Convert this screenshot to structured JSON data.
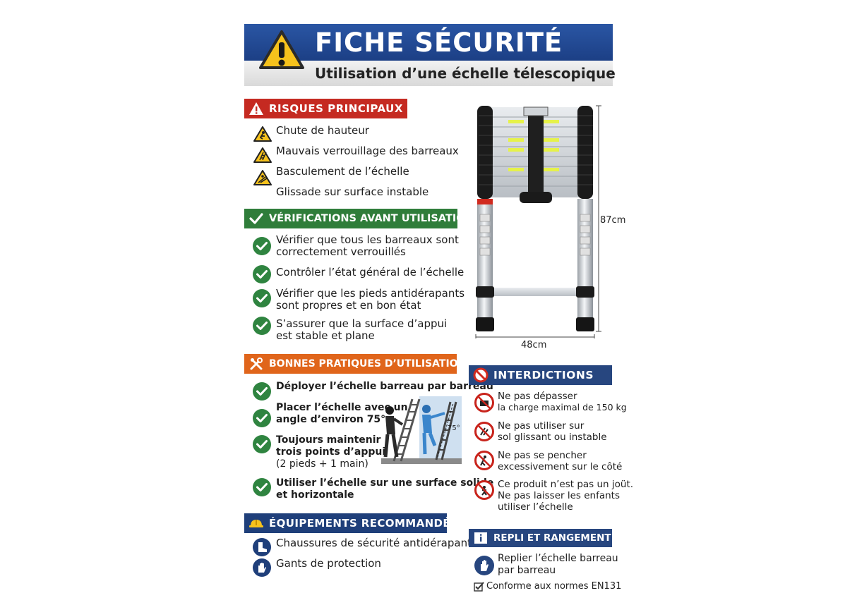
{
  "header": {
    "title": "FICHE SÉCURITÉ",
    "subtitle": "Utilisation d’une échelle télescopique"
  },
  "risks": {
    "title": "RISQUES PRINCIPAUX",
    "items": [
      "Chute de hauteur",
      "Mauvais verrouillage des barreaux",
      "Basculement de l’échelle",
      "Glissade sur surface instable"
    ]
  },
  "checks": {
    "title": "VÉRIFICATIONS AVANT UTILISATION",
    "items": [
      [
        "Vérifier que tous les barreaux sont",
        "correctement verrouillés"
      ],
      [
        "Contrôler l’état général de l’échelle"
      ],
      [
        "Vérifier que les pieds antidérapants",
        "sont propres et en bon état"
      ],
      [
        "S’assurer que la surface d’appui",
        "est stable et plane"
      ]
    ]
  },
  "practices": {
    "title": "BONNES PRATIQUES D’UTILISATION",
    "items": [
      [
        "Déployer l’échelle barreau par barreau"
      ],
      [
        "Placer l’échelle avec un",
        "angle d’environ 75°"
      ],
      [
        "Toujours maintenir",
        "trois points d’appui",
        "(2 pieds + 1 main)"
      ],
      [
        "Utiliser l’échelle sur une surface solide",
        "et horizontale"
      ]
    ],
    "angle_label": "75°"
  },
  "equipment": {
    "title": "ÉQUIPEMENTS RECOMMANDÉS",
    "items": [
      "Chaussures de sécurité antidérapantes",
      "Gants de protection"
    ]
  },
  "ladder": {
    "height_label": "87cm",
    "width_label": "48cm"
  },
  "bans": {
    "title": "INTERDICTIONS",
    "items": [
      [
        "Ne pas dépasser",
        "la charge maximal de 150 kg"
      ],
      [
        "Ne pas utiliser sur",
        "sol glissant ou instable"
      ],
      [
        "Ne pas se pencher",
        "excessivement sur le côté"
      ],
      [
        "Ce produit n’est pas un joüt.",
        "Ne pas laisser les enfants",
        "utiliser l’échelle"
      ]
    ]
  },
  "storage": {
    "title": "REPLI ET RANGEMENT",
    "items": [
      [
        "Replier l’échelle barreau",
        "par barreau"
      ]
    ],
    "norm": "Conforme aux normes EN131"
  },
  "colors": {
    "header_blue": "#1c3f85",
    "danger_red": "#c52a21",
    "check_green": "#2f7d3a",
    "practice_orange": "#e0651b",
    "info_navy": "#1f3f7a",
    "warning_yellow": "#f6c21c"
  }
}
